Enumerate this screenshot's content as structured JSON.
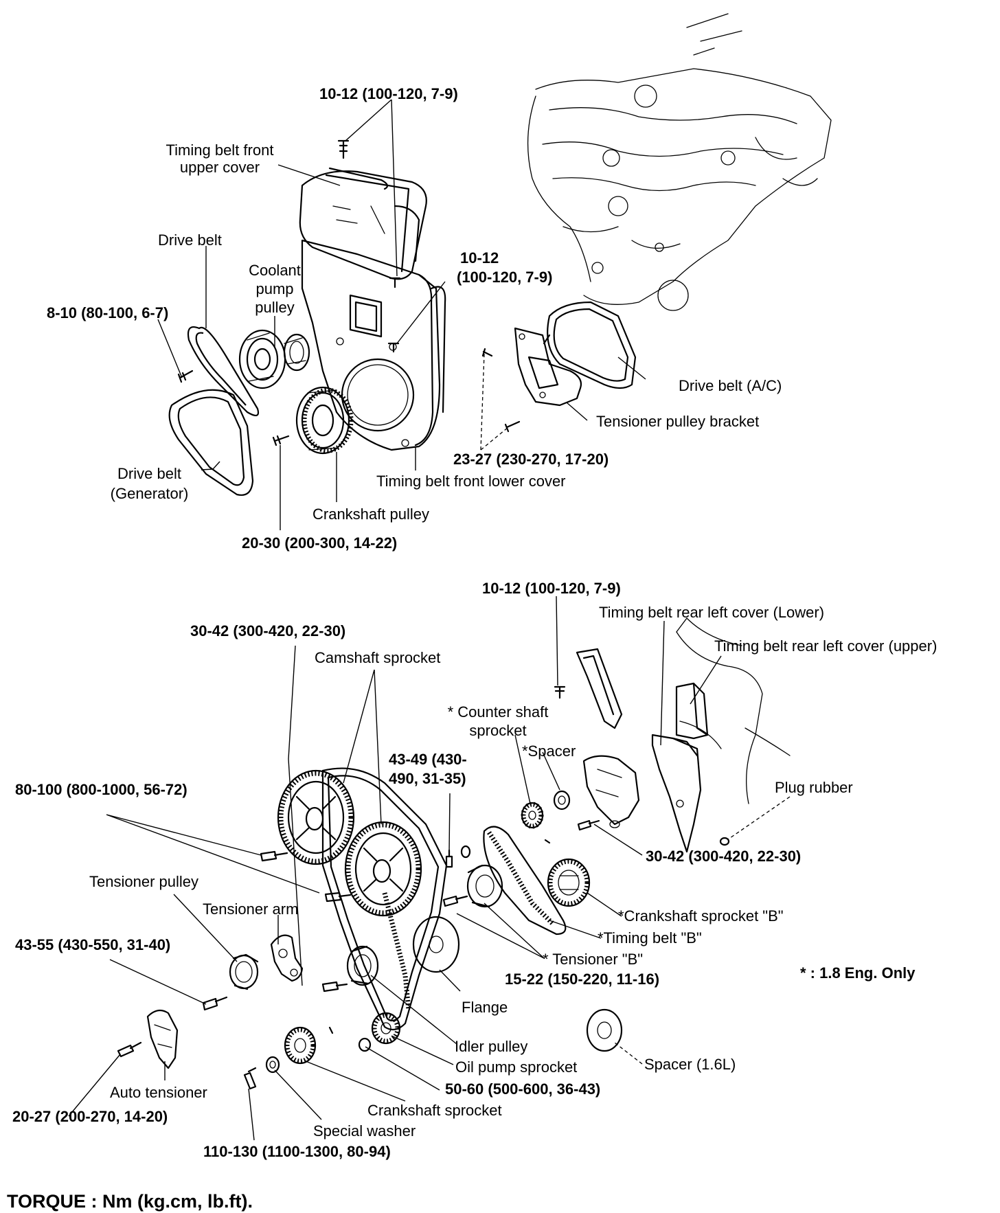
{
  "labels": {
    "torque_top_bolt": "10-12 (100-120, 7-9)",
    "upper_cover_line1": "Timing belt front",
    "upper_cover_line2": "upper cover",
    "drive_belt_top": "Drive belt",
    "coolant_line1": "Coolant",
    "coolant_line2": "pump",
    "coolant_line3": "pulley",
    "torque_mid_bolt_line1": "10-12",
    "torque_mid_bolt_line2": "(100-120, 7-9)",
    "torque_8_10": "8-10 (80-100, 6-7)",
    "drive_belt_ac": "Drive belt (A/C)",
    "tensioner_bracket": "Tensioner pulley bracket",
    "torque_23_27": "23-27 (230-270, 17-20)",
    "lower_cover": "Timing belt front lower cover",
    "drive_belt_gen_line1": "Drive belt",
    "drive_belt_gen_line2": "(Generator)",
    "crankshaft_pulley": "Crankshaft pulley",
    "torque_20_30": "20-30 (200-300, 14-22)",
    "torque_rear_bolt": "10-12 (100-120, 7-9)",
    "rear_lower_cover": "Timing belt rear left cover (Lower)",
    "rear_upper_cover": "Timing belt rear left cover (upper)",
    "torque_30_42_top": "30-42 (300-420, 22-30)",
    "camshaft_sprocket": "Camshaft sprocket",
    "counter_shaft_line1": "* Counter shaft",
    "counter_shaft_line2": "sprocket",
    "spacer_star": "*Spacer",
    "torque_43_49_line1": "43-49 (430-",
    "torque_43_49_line2": "490, 31-35)",
    "torque_80_100": "80-100 (800-1000, 56-72)",
    "plug_rubber": "Plug rubber",
    "torque_30_42_right": "30-42 (300-420, 22-30)",
    "tensioner_pulley": "Tensioner pulley",
    "tensioner_arm": "Tensioner arm",
    "crank_sprocket_b": "*Crankshaft sprocket \"B\"",
    "timing_belt_b": "*Timing belt \"B\"",
    "torque_43_55": "43-55 (430-550, 31-40)",
    "tensioner_b": "* Tensioner \"B\"",
    "torque_15_22": "15-22 (150-220, 11-16)",
    "eng_note": "* : 1.8 Eng. Only",
    "flange": "Flange",
    "idler_pulley": "Idler pulley",
    "oil_pump_sprocket": "Oil pump sprocket",
    "spacer_16": "Spacer (1.6L)",
    "torque_50_60": "50-60 (500-600, 36-43)",
    "auto_tensioner": "Auto tensioner",
    "torque_20_27": "20-27 (200-270, 14-20)",
    "crankshaft_sprocket": "Crankshaft sprocket",
    "special_washer": "Special washer",
    "torque_110_130": "110-130 (1100-1300, 80-94)",
    "torque_units": "TORQUE : Nm (kg.cm, lb.ft)."
  }
}
